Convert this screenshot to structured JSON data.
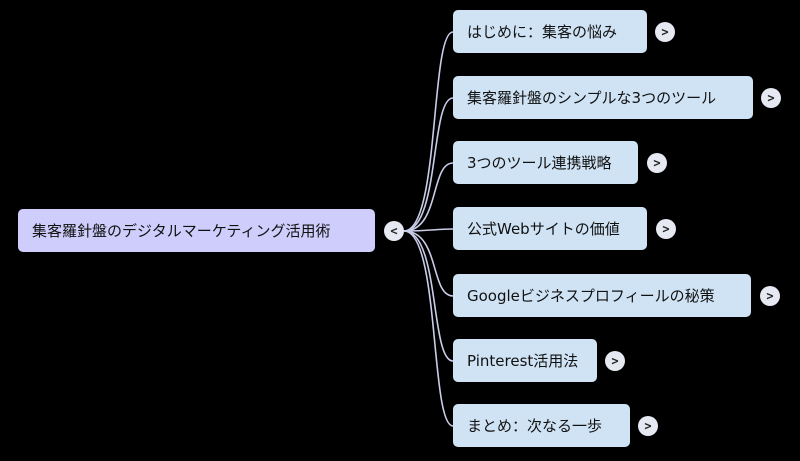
{
  "root": {
    "label": "集客羅針盤のデジタルマーケティング活用術",
    "toggle": "<"
  },
  "children": [
    {
      "label": "はじめに：集客の悩み",
      "toggle": ">"
    },
    {
      "label": "集客羅針盤のシンプルな3つのツール",
      "toggle": ">"
    },
    {
      "label": "3つのツール連携戦略",
      "toggle": ">"
    },
    {
      "label": "公式Webサイトの価値",
      "toggle": ">"
    },
    {
      "label": "Googleビジネスプロフィールの秘策",
      "toggle": ">"
    },
    {
      "label": "Pinterest活用法",
      "toggle": ">"
    },
    {
      "label": "まとめ：次なる一歩",
      "toggle": ">"
    }
  ],
  "colors": {
    "background": "#000000",
    "root_fill": "#cfcdfb",
    "child_fill": "#cfe3f5",
    "connector": "#c9cde8"
  }
}
